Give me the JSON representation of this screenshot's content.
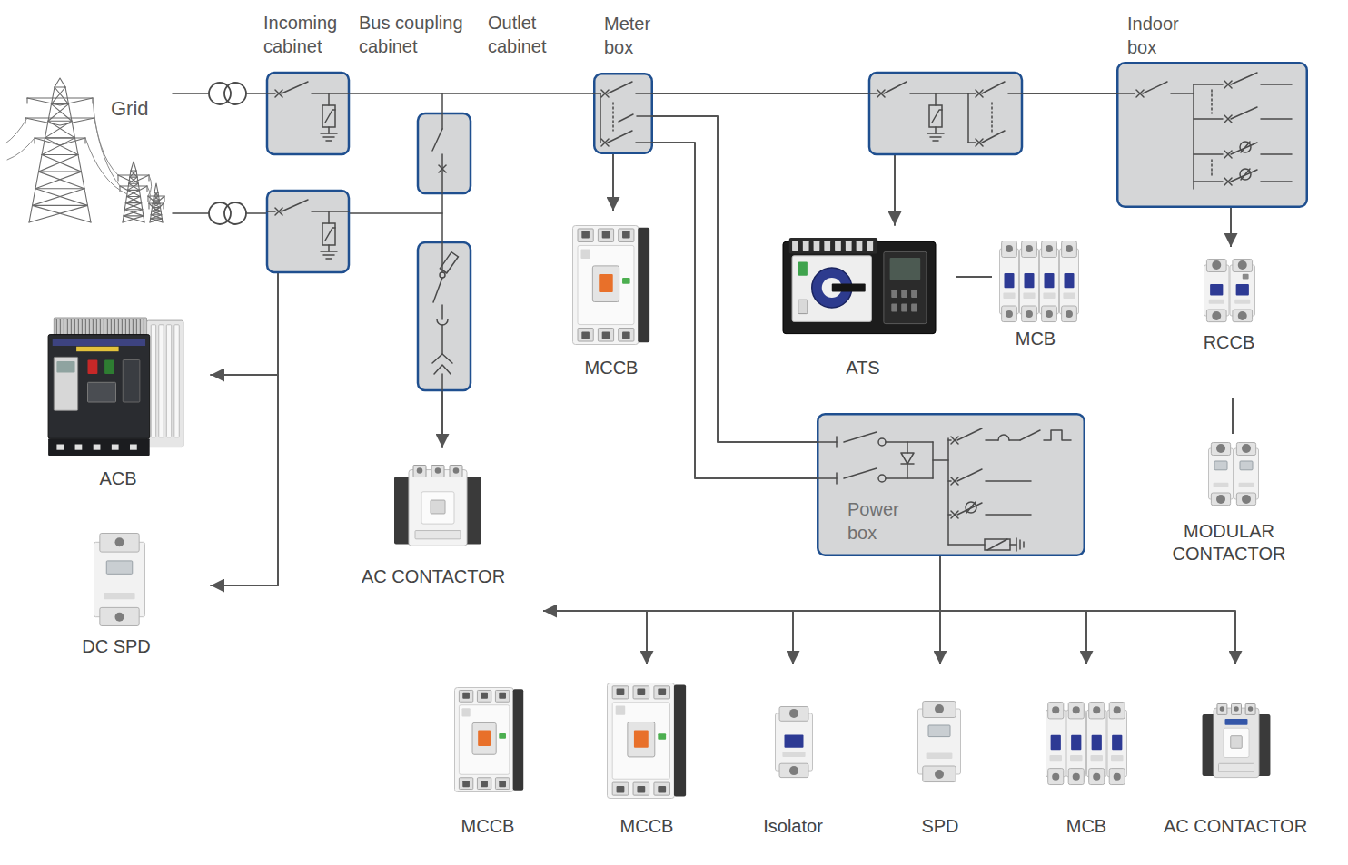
{
  "diagram": {
    "nodes": [
      {
        "text": [
          "Meter box"
        ]
      },
      {
        "text": [
          "Indoor box"
        ]
      },
      {
        "text": [
          "MCCB"
        ]
      },
      {
        "text": [
          "ATS"
        ]
      },
      {
        "text": [
          "MCB"
        ]
      },
      {
        "text": [
          "RCCB"
        ]
      },
      {
        "text": [
          "ACB"
        ]
      },
      {
        "text": [
          "AC CONTACTOR"
        ]
      },
      {
        "text": [
          "Power box"
        ]
      },
      {
        "text": [
          "MODULAR CONTACTOR"
        ]
      },
      {
        "text": [
          "DC SPD"
        ]
      },
      {
        "text": [
          "MCCB"
        ]
      },
      {
        "text": [
          "MCCB"
        ]
      },
      {
        "text": [
          "Isolator"
        ]
      },
      {
        "text": [
          "SPD"
        ]
      },
      {
        "text": [
          "MCB"
        ]
      },
      {
        "text": [
          "AC CONTACTOR"
        ]
      }
    ],
    "edges": [
      {
        "from": 0,
        "to": 2,
        "arrow": "to"
      },
      {
        "from": 0,
        "to": 1,
        "arrow": "none"
      },
      {
        "from": 0,
        "to": 8,
        "arrow": "none"
      },
      {
        "from": 0,
        "to": 8,
        "arrow": "none"
      },
      {
        "from": 3,
        "to": 4,
        "arrow": "none"
      },
      {
        "from": 1,
        "to": 5,
        "arrow": "to"
      },
      {
        "from": 5,
        "to": 9,
        "arrow": "none"
      },
      {
        "from": 8,
        "to": 11,
        "arrow": "to"
      },
      {
        "from": 8,
        "to": 12,
        "arrow": "to"
      },
      {
        "from": 8,
        "to": 13,
        "arrow": "to"
      },
      {
        "from": 8,
        "to": 14,
        "arrow": "to"
      },
      {
        "from": 8,
        "to": 15,
        "arrow": "to"
      },
      {
        "from": 8,
        "to": 16,
        "arrow": "to"
      }
    ],
    "labels": [
      "Grid",
      "Incoming cabinet",
      "Bus coupling cabinet",
      "Outlet cabinet"
    ]
  }
}
